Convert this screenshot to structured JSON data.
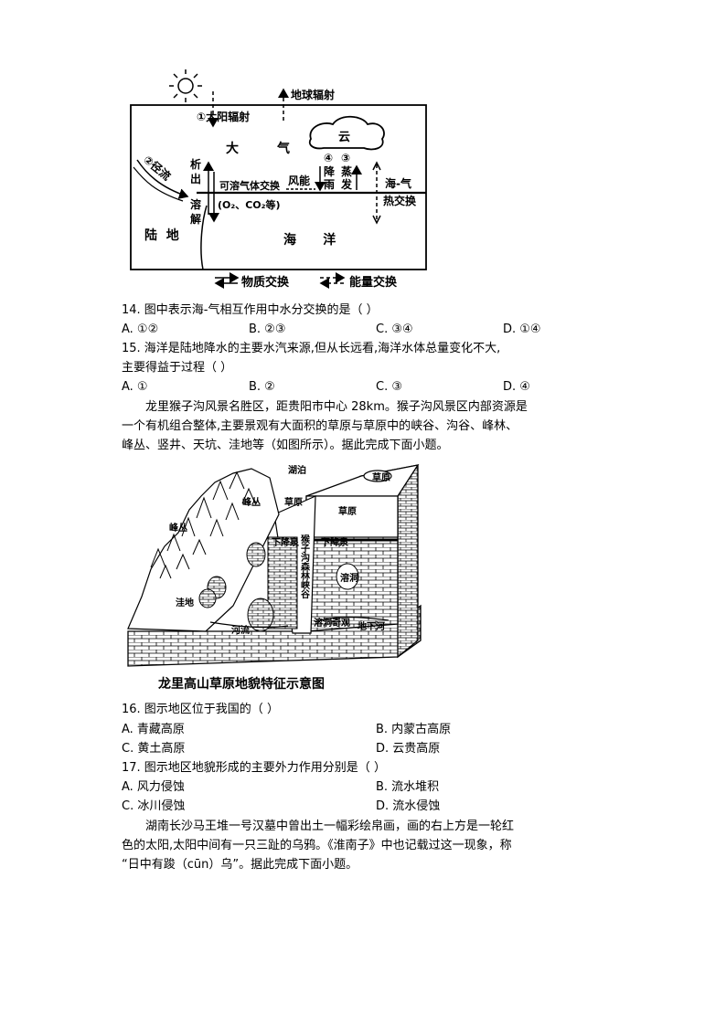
{
  "fig1": {
    "labels": {
      "radiation_earth": "地球辐射",
      "solar": "①太阳辐射",
      "atmosphere_1": "大",
      "atmosphere_2": "气",
      "cloud": "云",
      "runoff": "②径流",
      "n4": "④",
      "n3": "③",
      "precip_1": "降",
      "precip_2": "雨",
      "evap_1": "蒸",
      "evap_2": "发",
      "release_1": "析",
      "release_2": "出",
      "dissolve_1": "溶",
      "dissolve_2": "解",
      "soluble_gas": "可溶气体交换",
      "gases": "(O₂、CO₂等)",
      "wind": "风能",
      "heat_1": "海-气",
      "heat_2": "热交换",
      "land": "陆  地",
      "ocean": "海      洋"
    },
    "legend": {
      "material": "物质交换",
      "energy": "能量交换"
    }
  },
  "q14": {
    "stem": "14. 图中表示海-气相互作用中水分交换的是（          ）",
    "options": [
      "A. ①②",
      "B. ②③",
      "C. ③④",
      "D. ①④"
    ]
  },
  "q15": {
    "stem_1": "15. 海洋是陆地降水的主要水汽来源,但从长远看,海洋水体总量变化不大,",
    "stem_2": "主要得益于过程（          ）",
    "options": [
      "A. ①",
      "B. ②",
      "C. ③",
      "D. ④"
    ]
  },
  "passage1": {
    "line1": "龙里猴子沟风景名胜区，距贵阳市中心 28km。猴子沟风景区内部资源是",
    "line2": "一个有机组合整体,主要景观有大面积的草原与草原中的峡谷、沟谷、峰林、",
    "line3": "峰丛、竖井、天坑、洼地等（如图所示）。据此完成下面小题。"
  },
  "fig2": {
    "caption": "龙里高山草原地貌特征示意图",
    "labels": {
      "lake": "湖泊",
      "grass_top": "草原",
      "grass_left": "草原",
      "grass_right": "草原",
      "peak_cluster_1": "峰丛",
      "peak_cluster_2": "峰丛",
      "depression": "洼地",
      "river": "河流",
      "sink_left": "下降泉",
      "sink_right": "下降泉",
      "gorge": "猴子沟森林峡谷",
      "cave": "溶洞",
      "cave_wonder": "溶洞奇观",
      "underground_river": "地下河"
    }
  },
  "q16": {
    "stem": "16. 图示地区位于我国的（          ）",
    "options": [
      "A. 青藏高原",
      "B. 内蒙古高原",
      "C. 黄土高原",
      "D. 云贵高原"
    ]
  },
  "q17": {
    "stem": "17. 图示地区地貌形成的主要外力作用分别是（          ）",
    "options": [
      "A. 风力侵蚀",
      "B. 流水堆积",
      "C. 冰川侵蚀",
      "D. 流水侵蚀"
    ]
  },
  "passage2": {
    "line1": "湖南长沙马王堆一号汉墓中曾出土一幅彩绘帛画，画的右上方是一轮红",
    "line2": "色的太阳,太阳中间有一只三趾的乌鸦。《淮南子》中也记载过这一现象，称",
    "line3": "“日中有踆（cūn）乌”。据此完成下面小题。"
  }
}
